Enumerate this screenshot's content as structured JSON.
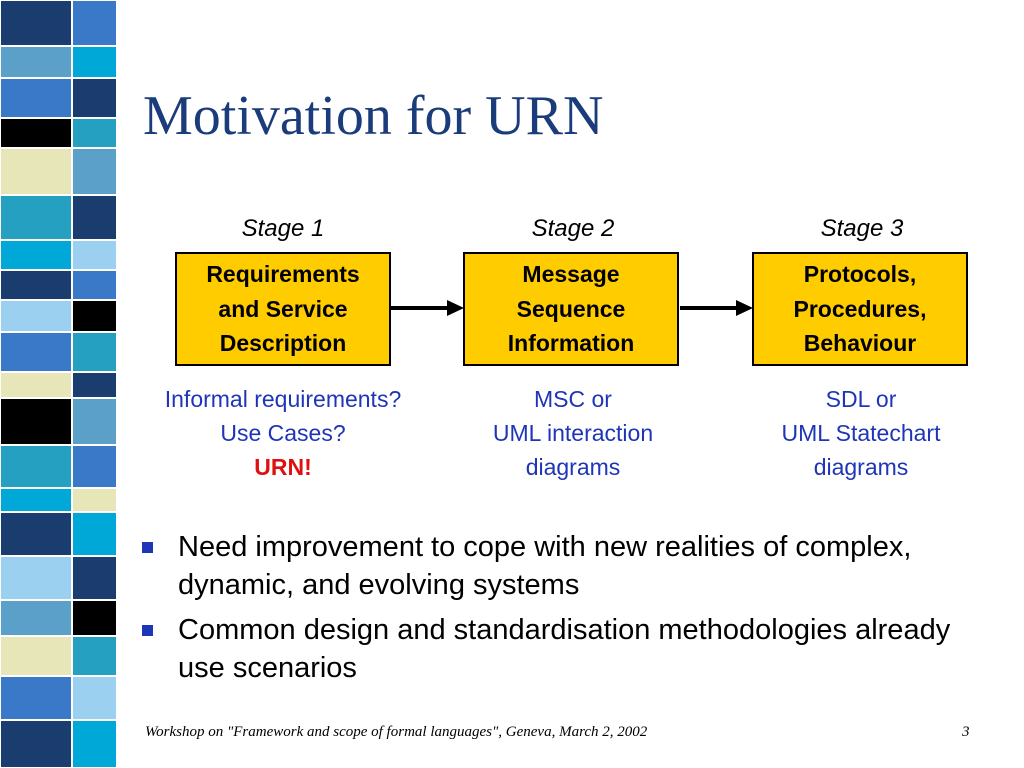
{
  "slide": {
    "title": "Motivation for URN",
    "stages": [
      {
        "label": "Stage 1",
        "box_text": "Requirements\nand Service\nDescription",
        "notes": [
          {
            "text": "Informal requirements?",
            "highlight": false
          },
          {
            "text": "Use Cases?",
            "highlight": false
          },
          {
            "text": "URN!",
            "highlight": true
          }
        ]
      },
      {
        "label": "Stage 2",
        "box_text": "Message\nSequence\nInformation",
        "notes": [
          {
            "text": "MSC or",
            "highlight": false
          },
          {
            "text": "UML interaction",
            "highlight": false
          },
          {
            "text": "diagrams",
            "highlight": false
          }
        ]
      },
      {
        "label": "Stage 3",
        "box_text": "Protocols,\nProcedures,\nBehaviour",
        "notes": [
          {
            "text": "SDL or",
            "highlight": false
          },
          {
            "text": "UML Statechart",
            "highlight": false
          },
          {
            "text": "diagrams",
            "highlight": false
          }
        ]
      }
    ],
    "bullets": [
      "Need improvement to cope with new realities of complex, dynamic, and evolving systems",
      "Common design and standardisation methodologies already use scenarios"
    ],
    "footer": "Workshop on \"Framework and scope of formal languages\", Geneva, March 2, 2002",
    "page_number": "3"
  },
  "colors": {
    "title": "#1a3c7a",
    "box_fill": "#ffcc00",
    "notes_text": "#1f35b8",
    "highlight_text": "#e01010",
    "bullet_marker": "#1f35b8",
    "stripe_palette": [
      "#1a3c6e",
      "#3a78c8",
      "#5aa0c8",
      "#00a8d8",
      "#9cd0f0",
      "#000000",
      "#e6e6b8",
      "#26a0c0"
    ]
  }
}
